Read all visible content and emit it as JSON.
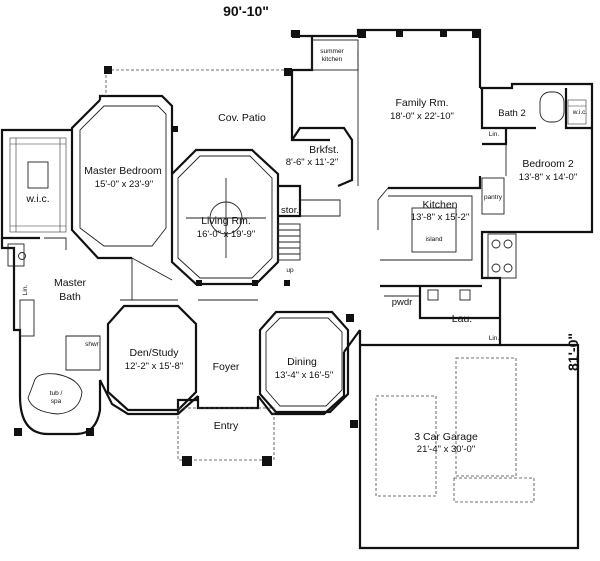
{
  "dimensions": {
    "width_overall": "90'-10\"",
    "depth_overall": "81'-0\""
  },
  "rooms": {
    "summer_kitchen": {
      "line1": "summer",
      "line2": "kitchen"
    },
    "cov_patio": {
      "name": "Cov. Patio"
    },
    "family": {
      "name": "Family Rm.",
      "size": "18'-0\" x 22'-10\""
    },
    "bath2": {
      "name": "Bath 2"
    },
    "wic_right": {
      "name": "w.i.c."
    },
    "lin_right": {
      "name": "Lin."
    },
    "bedroom2": {
      "name": "Bedroom 2",
      "size": "13'-8\" x 14'-0\""
    },
    "pantry": {
      "name": "pantry"
    },
    "brkfst": {
      "name": "Brkfst.",
      "size": "8'-6\" x 11'-2\""
    },
    "master_bed": {
      "name": "Master Bedroom",
      "size": "15'-0\" x 23'-9\""
    },
    "wic_left": {
      "name": "w.i.c."
    },
    "living": {
      "name": "Living Rm.",
      "size": "16'-0\" x 19'-9\""
    },
    "stor": {
      "name": "stor."
    },
    "kitchen": {
      "name": "Kitchen",
      "size": "13'-8\" x 15'-2\""
    },
    "island": {
      "name": "island"
    },
    "master_bath": {
      "name1": "Master",
      "name2": "Bath"
    },
    "lin_left": {
      "name": "Lin."
    },
    "pwdr": {
      "name": "pwdr"
    },
    "lau": {
      "name": "Lau."
    },
    "lin_lau": {
      "name": "Lin."
    },
    "shwr": {
      "name": "shwr"
    },
    "den": {
      "name": "Den/Study",
      "size": "12'-2\" x 15'-8\""
    },
    "foyer": {
      "name": "Foyer"
    },
    "dining": {
      "name": "Dining",
      "size": "13'-4\" x 16'-5\""
    },
    "tub": {
      "line1": "tub /",
      "line2": "spa"
    },
    "entry": {
      "name": "Entry"
    },
    "garage": {
      "name": "3 Car Garage",
      "size": "21'-4\" x 30'-0\""
    },
    "stair_up": {
      "name": "up"
    }
  }
}
